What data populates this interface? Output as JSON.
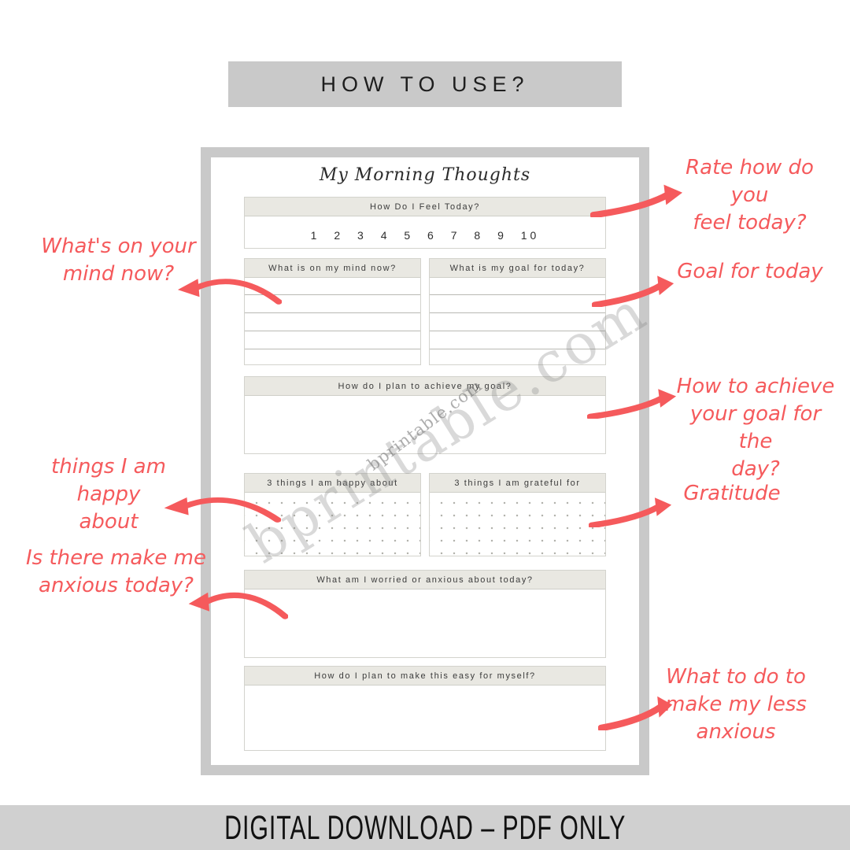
{
  "colors": {
    "accent": "#f55a5c",
    "banner_bg": "#c9c9c9",
    "section_header_bg": "#e9e8e2"
  },
  "top_banner": {
    "text": "HOW TO USE?"
  },
  "bottom_banner": {
    "text": "DIGITAL DOWNLOAD – PDF ONLY"
  },
  "watermark": {
    "text": "bprintable.com"
  },
  "planner": {
    "title": "My Morning Thoughts",
    "feel": {
      "header": "How Do I Feel Today?",
      "scale": "1  2  3  4  5  6  7  8  9  10"
    },
    "mind": {
      "header": "What is on my mind now?"
    },
    "goal": {
      "header": "What is my goal for today?"
    },
    "achieve": {
      "header": "How do I plan to achieve my goal?"
    },
    "happy": {
      "header": "3 things I am happy about"
    },
    "grateful": {
      "header": "3 things I am grateful for"
    },
    "worried": {
      "header": "What am I worried or anxious about today?"
    },
    "easy": {
      "header": "How do I plan to make this easy for myself?"
    }
  },
  "annotations": {
    "rate": "Rate how do you\nfeel today?",
    "mind": "What's on your\nmind now?",
    "goal": "Goal for today",
    "achieve": "How to achieve\nyour goal for the\nday?",
    "happy": "things I am happy\nabout",
    "gratitude": "Gratitude",
    "anxious": "Is there make me\nanxious today?",
    "calm": "What to do to\nmake my less\nanxious"
  }
}
